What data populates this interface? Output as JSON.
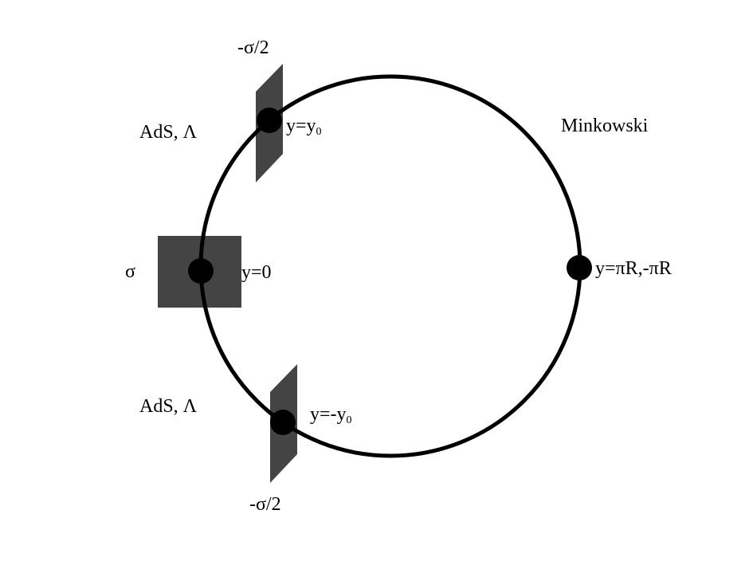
{
  "colors": {
    "background": "#ffffff",
    "circle": "#000000",
    "brane": "#444444",
    "point": "#000000"
  },
  "labels": {
    "top_tension": "-σ/2",
    "bottom_tension": "-σ/2",
    "center_tension": "σ",
    "ads_top": "AdS, Λ",
    "ads_bottom": "AdS, Λ",
    "minkowski": "Minkowski",
    "y_zero": "y=0",
    "y_pi": "y=πR,-πR",
    "y_top_prefix": "y=y",
    "y_top_sub": "0",
    "y_bottom_prefix": "y=-y",
    "y_bottom_sub": "0"
  }
}
